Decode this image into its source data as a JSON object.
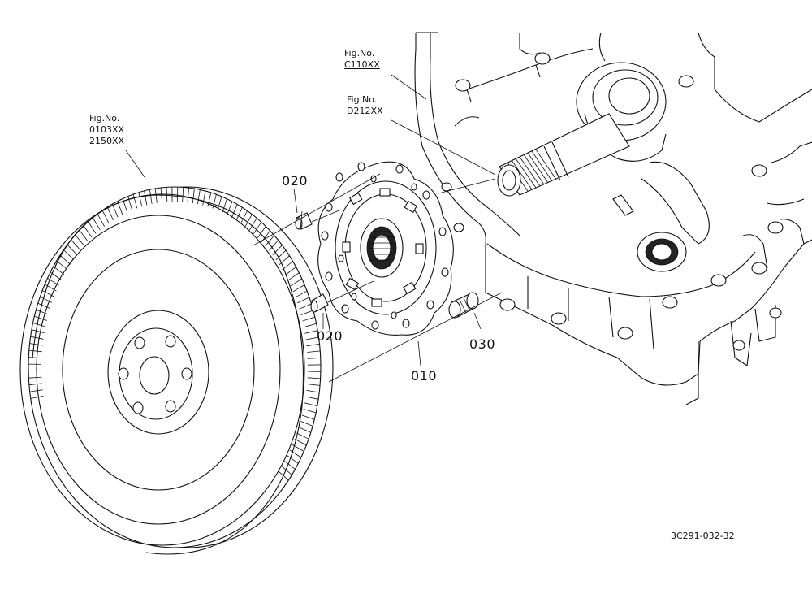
{
  "references": {
    "flywheel": {
      "title": "Fig.No.",
      "codes": [
        "0103XX",
        "2150XX"
      ]
    },
    "housing": {
      "title": "Fig.No.",
      "codes": [
        "C110XX"
      ]
    },
    "shaft": {
      "title": "Fig.No.",
      "codes": [
        "D212XX"
      ]
    }
  },
  "parts": {
    "pin_upper": "020",
    "pin_lower": "020",
    "clutch_disc": "010",
    "plug": "030"
  },
  "drawing_code": "3C291-032-32"
}
